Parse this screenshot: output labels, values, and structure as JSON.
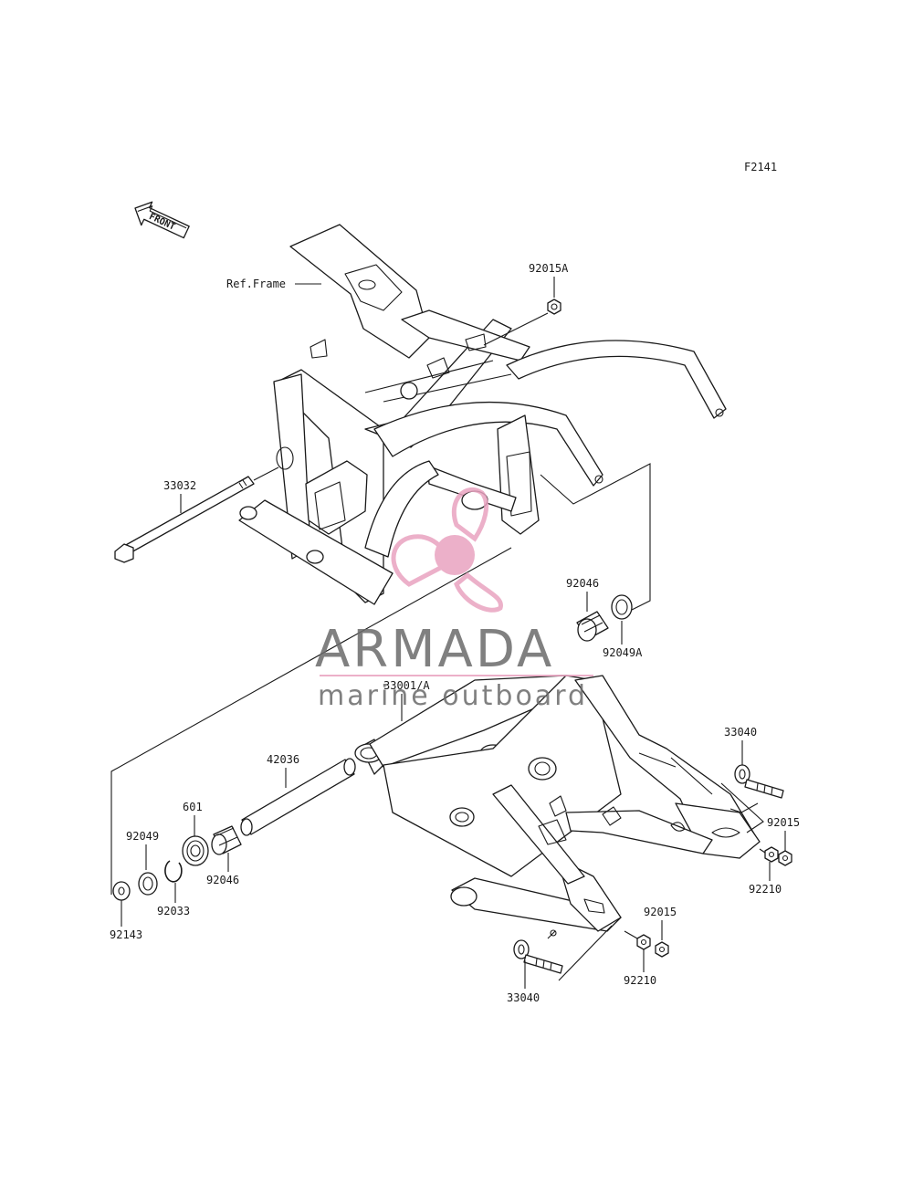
{
  "diagram_code": "F2141",
  "front_arrow_label": "FRONT",
  "ref_frame_label": "Ref.Frame",
  "watermark": {
    "brand": "ARMADA",
    "tagline": "marine outboard",
    "color": "#e9a3c0"
  },
  "parts": {
    "p92015A": "92015A",
    "p33032": "33032",
    "p92046_top": "92046",
    "p92049A": "92049A",
    "p33001A": "33001/A",
    "p42036": "42036",
    "p601": "601",
    "p92049": "92049",
    "p92046_left": "92046",
    "p92033": "92033",
    "p92143": "92143",
    "p33040_right": "33040",
    "p92015_right": "92015",
    "p92210_right": "92210",
    "p92015_bottom": "92015",
    "p92210_bottom": "92210",
    "p33040_bottom": "33040"
  }
}
